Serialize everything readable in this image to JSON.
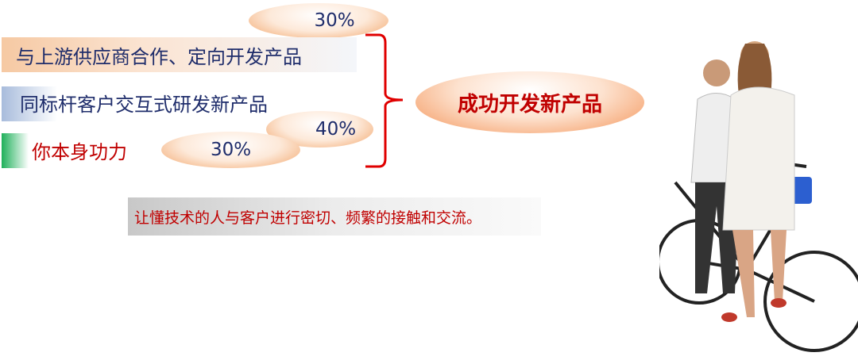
{
  "factors": [
    {
      "label": "与上游供应商合作、定向开发产品",
      "percent": "30%",
      "color": "#f6c9a3"
    },
    {
      "label": "同标杆客户交互式研发新产品",
      "percent": "40%",
      "color": "#a8bcdc"
    },
    {
      "label": "你本身功力",
      "percent": "30%",
      "color": "#1fb05a"
    }
  ],
  "result": "成功开发新产品",
  "note": "让懂技术的人与客户进行密切、频繁的接触和交流。",
  "accent": "#c00000"
}
